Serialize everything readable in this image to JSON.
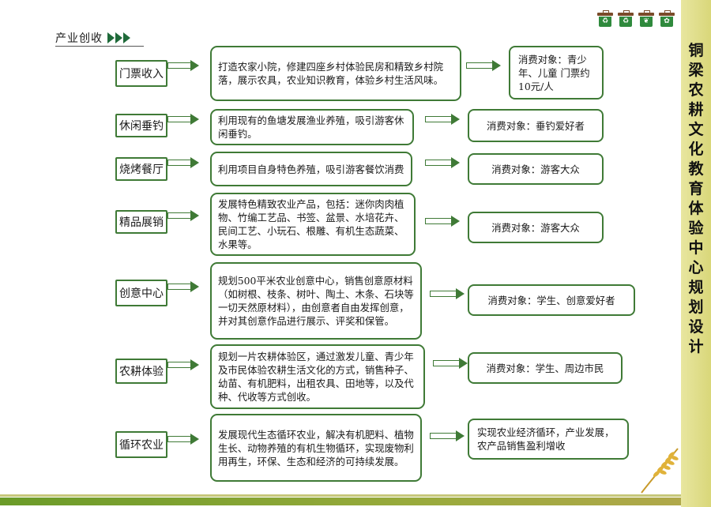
{
  "header": {
    "title": "产业创收"
  },
  "sidebar": {
    "title": [
      "铜",
      "梁",
      "农",
      "耕",
      "文",
      "化",
      "教",
      "育",
      "体",
      "验",
      "中",
      "心",
      "规",
      "划",
      "设",
      "计"
    ]
  },
  "icons": [
    "recycle-bin-icon",
    "recycle-bin-icon",
    "recycle-bin-icon",
    "recycle-bin-icon"
  ],
  "rows": [
    {
      "label": "门票收入",
      "description": "打造农家小院，修建四座乡村体验民房和精致乡村院落，展示农具，农业知识教育，体验乡村生活风味。",
      "target": "消费对象：青少年、儿童 门票约10元/人"
    },
    {
      "label": "休闲垂钓",
      "description": "利用现有的鱼塘发展渔业养殖，吸引游客休闲垂钓。",
      "target": "消费对象：垂钓爱好者"
    },
    {
      "label": "烧烤餐厅",
      "description": "利用项目自身特色养殖，吸引游客餐饮消费",
      "target": "消费对象：游客大众"
    },
    {
      "label": "精品展销",
      "description": "发展特色精致农业产品，包括：迷你肉肉植物、竹编工艺品、书签、盆景、水培花卉、民间工艺、小玩石、根雕、有机生态蔬菜、水果等。",
      "target": "消费对象：游客大众"
    },
    {
      "label": "创意中心",
      "description": "规划500平米农业创意中心，销售创意原材料（如树根、枝条、树叶、陶土、木条、石块等一切天然原材料），由创意者自由发挥创意，并对其创意作品进行展示、评奖和保管。",
      "target": "消费对象：学生、创意爱好者"
    },
    {
      "label": "农耕体验",
      "description": "规划一片农耕体验区，通过激发儿童、青少年及市民体验农耕生活文化的方式，销售种子、幼苗、有机肥料，出租农具、田地等，以及代种、代收等方式创收。",
      "target": "消费对象：学生、周边市民"
    },
    {
      "label": "循环农业",
      "description": "发展现代生态循环农业，解决有机肥料、植物生长、动物养殖的有机生物循环，实现废物利用再生，环保、生态和经济的可持续发展。",
      "target": "实现农业经济循环，产业发展，农产品销售盈利增收"
    }
  ],
  "colors": {
    "border": "#3f7a36",
    "accent": "#1f6a3a",
    "sidebar": "#dedc86"
  }
}
